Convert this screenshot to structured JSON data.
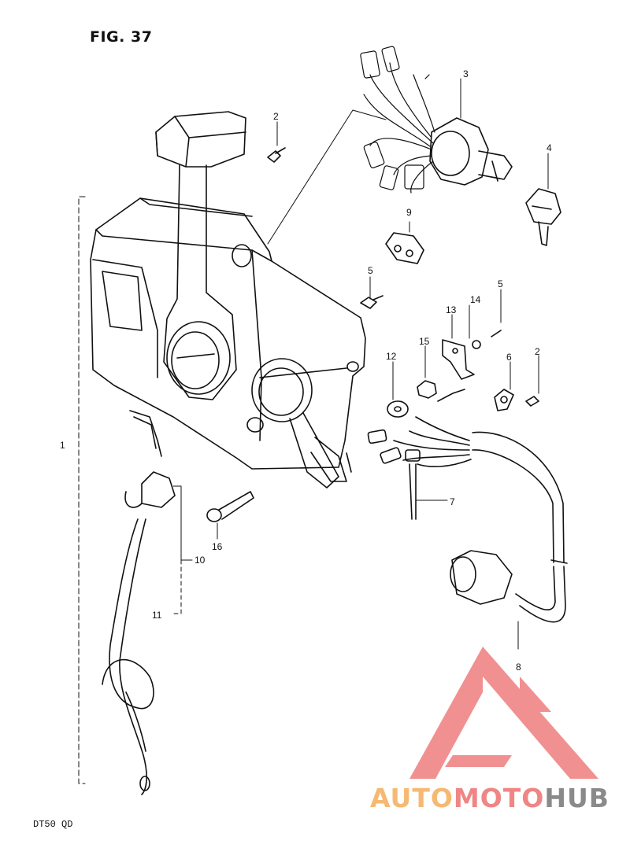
{
  "figure": {
    "title": "FIG. 37",
    "model_code": "DT50 QD"
  },
  "callouts": [
    {
      "id": "c1",
      "label": "1"
    },
    {
      "id": "c2a",
      "label": "2"
    },
    {
      "id": "c2b",
      "label": "2"
    },
    {
      "id": "c3",
      "label": "3"
    },
    {
      "id": "c4",
      "label": "4"
    },
    {
      "id": "c5a",
      "label": "5"
    },
    {
      "id": "c5b",
      "label": "5"
    },
    {
      "id": "c6",
      "label": "6"
    },
    {
      "id": "c7",
      "label": "7"
    },
    {
      "id": "c8",
      "label": "8"
    },
    {
      "id": "c9",
      "label": "9"
    },
    {
      "id": "c10",
      "label": "10"
    },
    {
      "id": "c11",
      "label": "11"
    },
    {
      "id": "c12",
      "label": "12"
    },
    {
      "id": "c13",
      "label": "13"
    },
    {
      "id": "c14",
      "label": "14"
    },
    {
      "id": "c15",
      "label": "15"
    },
    {
      "id": "c16",
      "label": "16"
    }
  ],
  "watermark": {
    "part1": "AUTO",
    "part2": "MOTO",
    "part3": "HUB",
    "colors": {
      "orange": "#f6b973",
      "red": "#f08585",
      "gray": "#8a8a8a"
    }
  }
}
